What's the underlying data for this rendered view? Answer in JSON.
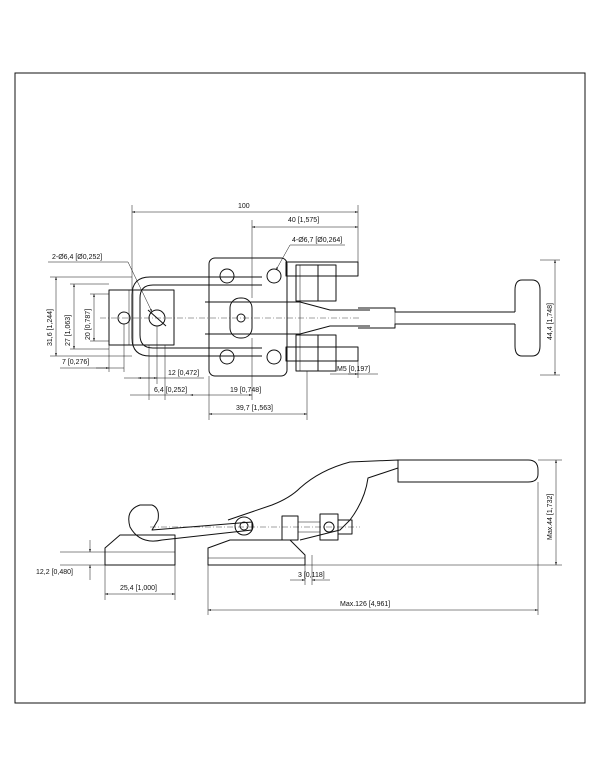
{
  "top_view": {
    "dims": {
      "overall_100": "100",
      "d40": "40 [1,575]",
      "holes4": "4-Ø6,7 [Ø0,264]",
      "holes2": "2-Ø6,4 [Ø0,252]",
      "h31": "31,6 [1,244]",
      "h27": "27 [1,063]",
      "h20": "20 [0,787]",
      "d7": "7 [0,276]",
      "d12": "12 [0,472]",
      "d6_4": "6,4 [0,252]",
      "d19": "19 [0,748]",
      "d39_7": "39,7 [1,563]",
      "m5": "M5 [0,197]",
      "h44_4": "44,4 [1,748]"
    }
  },
  "side_view": {
    "dims": {
      "h12_2": "12,2 [0,480]",
      "d25_4": "25,4 [1,000]",
      "d3": "3 [0,118]",
      "max126": "Max.126 [4,961]",
      "max44": "Max.44 [1,732]"
    }
  }
}
